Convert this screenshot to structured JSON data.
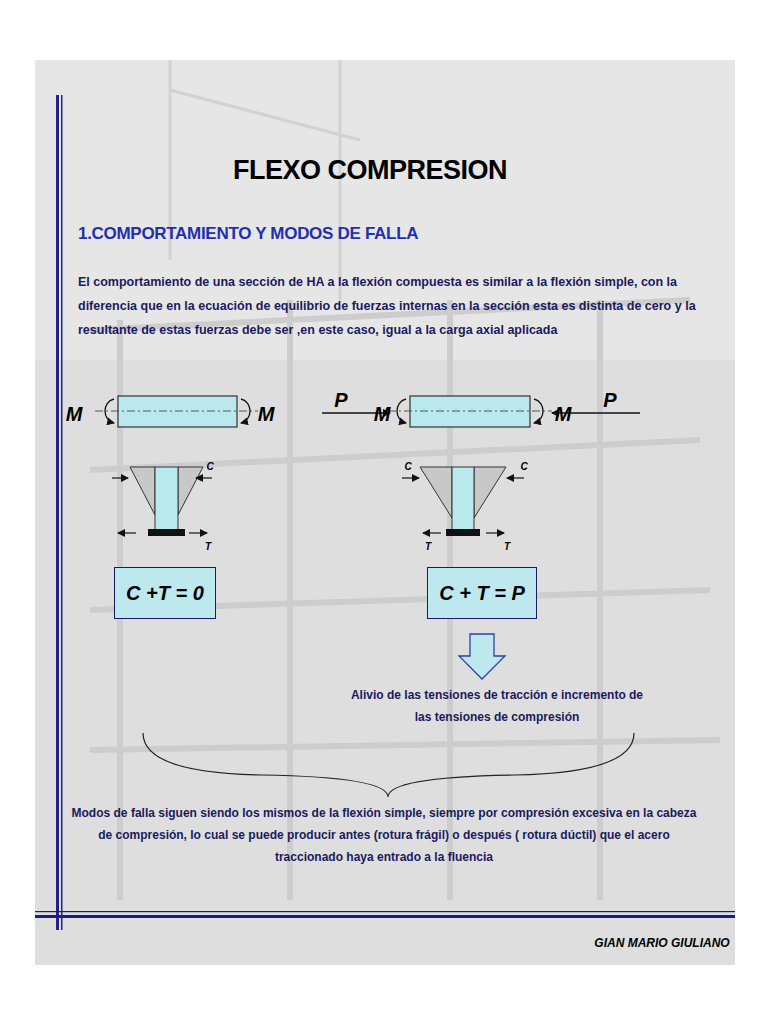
{
  "diagram": {
    "title": "FLEXO COMPRESION",
    "nodes": [
      {
        "text": [
          "C +T = 0"
        ]
      },
      {
        "text": [
          "C + T = P"
        ]
      }
    ],
    "labels": [
      "1.COMPORTAMIENTO Y MODOS DE FALLA",
      "El comportamiento de una sección de HA a la flexión compuesta es similar a la flexión simple, con la diferencia que en la ecuación de equilibrio de fuerzas internas en la sección esta es distinta de cero y la resultante de estas fuerzas debe ser ,en este caso, igual a la carga axial aplicada",
      "M",
      "M",
      "P",
      "M",
      "M",
      "P",
      "C",
      "T",
      "C",
      "C",
      "T",
      "T",
      "Alivio de las tensiones de tracción e incremento de las tensiones de compresión",
      "Modos de falla siguen siendo los mismos de la flexión simple, siempre por compresión excesiva en la cabeza de compresión, lo cual se puede producir antes (rotura frágil) o después ( rotura dúctil) que el acero traccionado haya entrado a la fluencia",
      "GIAN MARIO GIULIANO"
    ]
  }
}
